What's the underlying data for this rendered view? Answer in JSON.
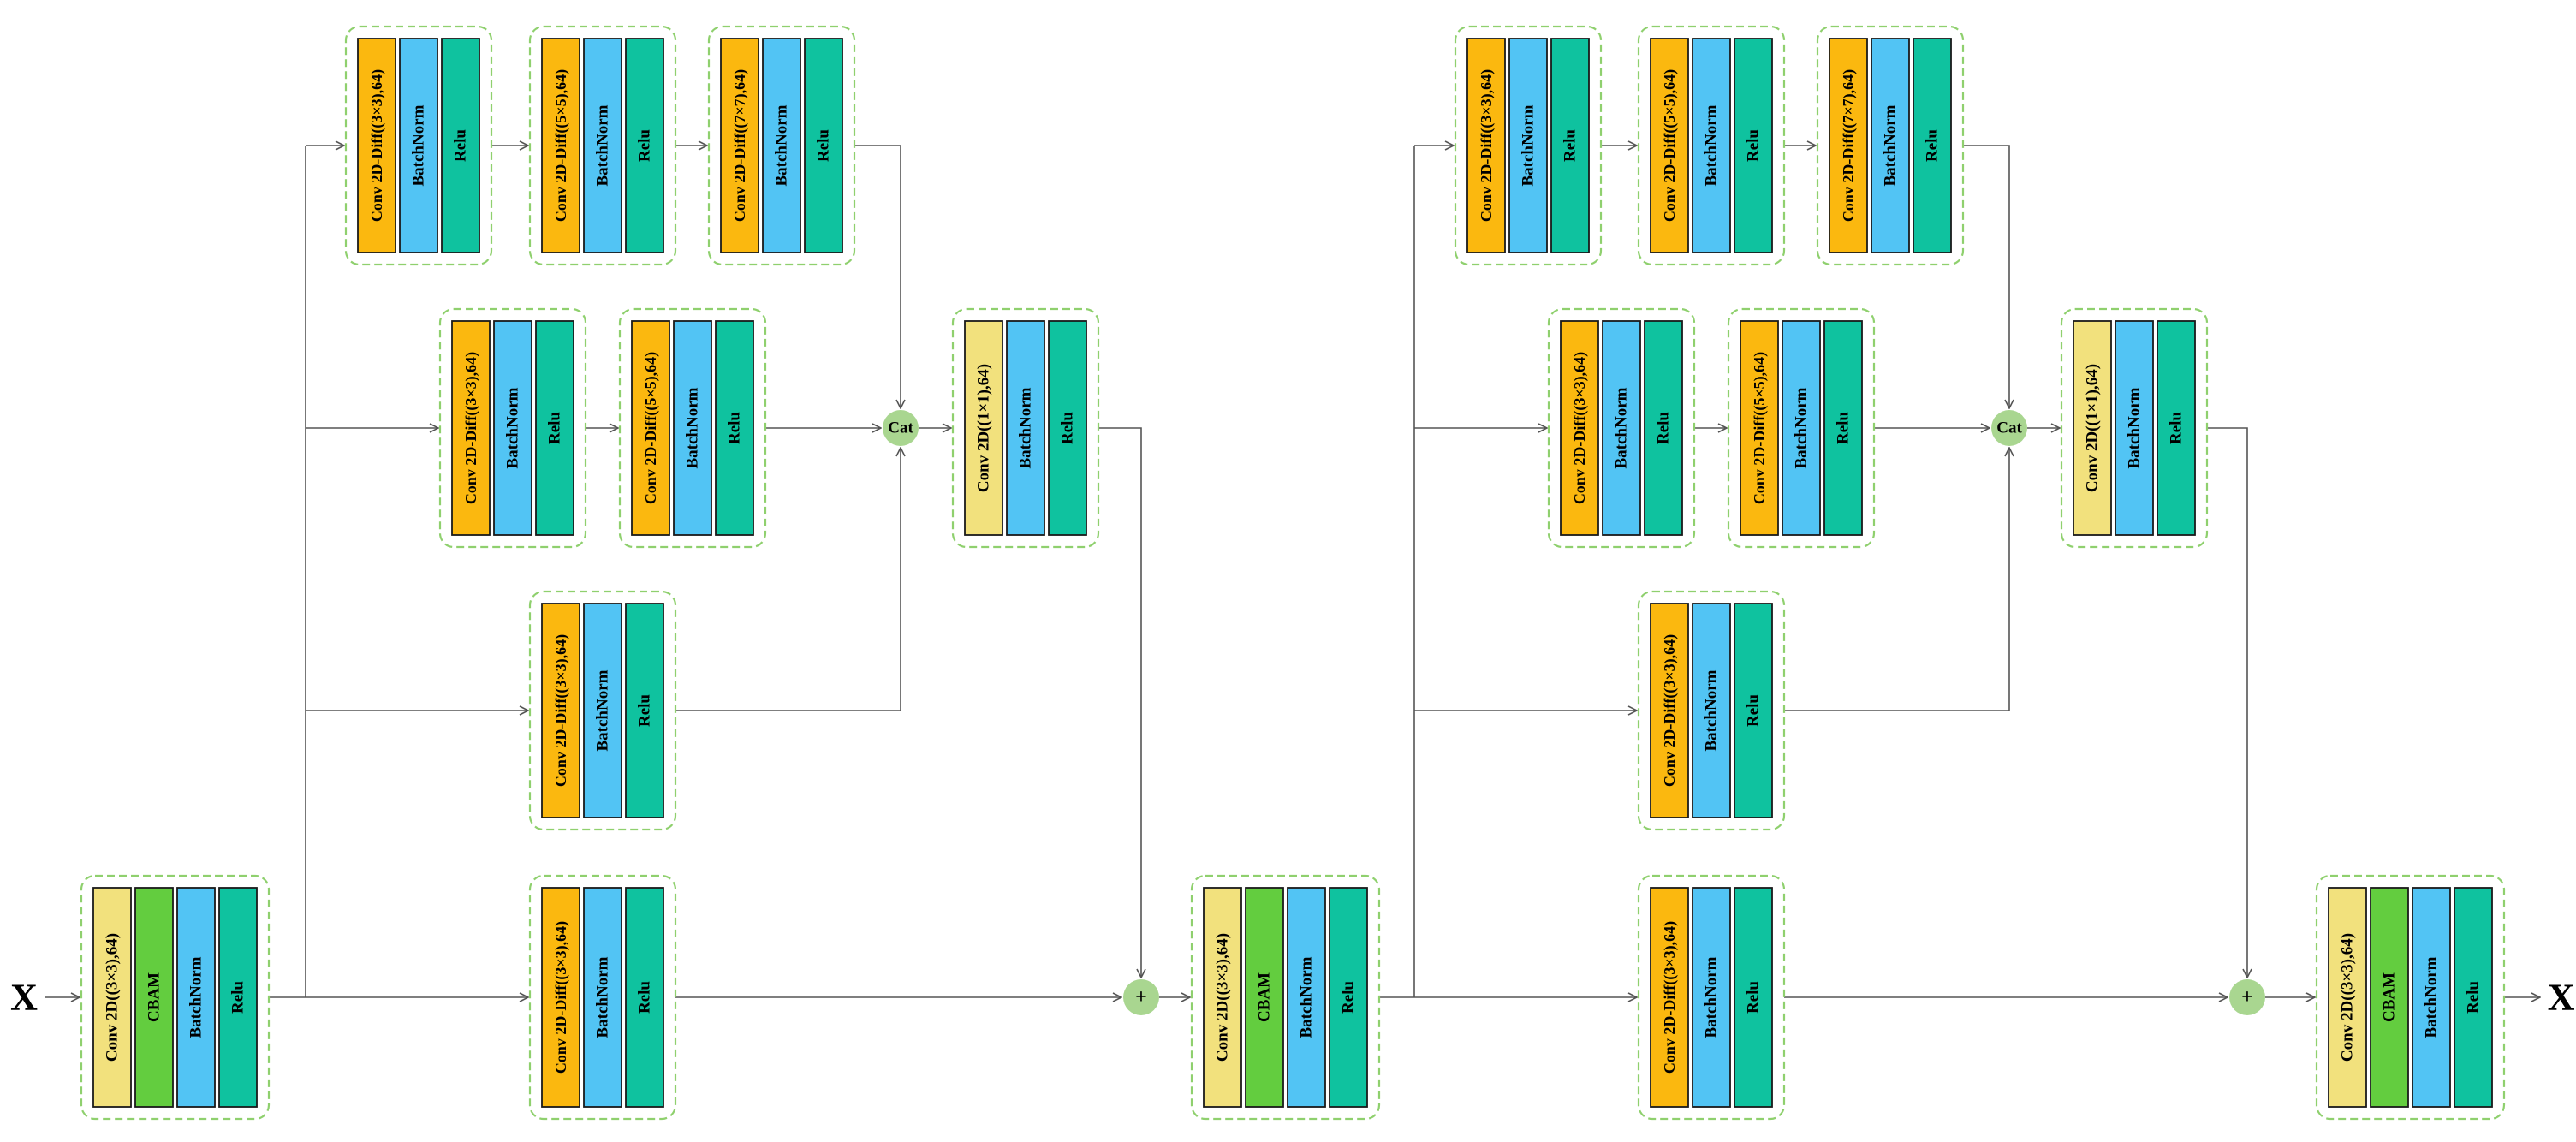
{
  "labels": {
    "input": "X",
    "output": "X’",
    "cat": "Cat",
    "add": "+",
    "conv_diff_3": "Conv 2D-Diff((3×3),64)",
    "conv_diff_5": "Conv 2D-Diff((5×5),64)",
    "conv_diff_7": "Conv 2D-Diff((7×7),64)",
    "conv_3": "Conv 2D((3×3),64)",
    "conv_1": "Conv 2D((1×1),64)",
    "cbam": "CBAM",
    "batchnorm": "BatchNorm",
    "relu": "Relu"
  },
  "colors": {
    "conv_diff": "#fbb80f",
    "conv_plain": "#f2e17d",
    "cbam": "#63cd3f",
    "batchnorm": "#52c4f4",
    "relu": "#0fc29f",
    "group_border": "#8fd06e",
    "node_fill": "#a9d690",
    "line": "#555555"
  },
  "blocks": [
    {
      "name": "block-1",
      "stem": [
        "conv_3",
        "cbam",
        "batchnorm",
        "relu"
      ],
      "branches": [
        [
          [
            "conv_diff_3",
            "batchnorm",
            "relu"
          ],
          [
            "conv_diff_5",
            "batchnorm",
            "relu"
          ],
          [
            "conv_diff_7",
            "batchnorm",
            "relu"
          ]
        ],
        [
          [
            "conv_diff_3",
            "batchnorm",
            "relu"
          ],
          [
            "conv_diff_5",
            "batchnorm",
            "relu"
          ]
        ],
        [
          [
            "conv_diff_3",
            "batchnorm",
            "relu"
          ]
        ]
      ],
      "fuse": [
        "conv_1",
        "batchnorm",
        "relu"
      ],
      "shortcut": [
        "conv_diff_3",
        "batchnorm",
        "relu"
      ]
    },
    {
      "name": "block-2",
      "stem": [
        "conv_3",
        "cbam",
        "batchnorm",
        "relu"
      ],
      "branches": [
        [
          [
            "conv_diff_3",
            "batchnorm",
            "relu"
          ],
          [
            "conv_diff_5",
            "batchnorm",
            "relu"
          ],
          [
            "conv_diff_7",
            "batchnorm",
            "relu"
          ]
        ],
        [
          [
            "conv_diff_3",
            "batchnorm",
            "relu"
          ],
          [
            "conv_diff_5",
            "batchnorm",
            "relu"
          ]
        ],
        [
          [
            "conv_diff_3",
            "batchnorm",
            "relu"
          ]
        ]
      ],
      "fuse": [
        "conv_1",
        "batchnorm",
        "relu"
      ],
      "shortcut": [
        "conv_diff_3",
        "batchnorm",
        "relu"
      ]
    }
  ],
  "final_stem": [
    "conv_3",
    "cbam",
    "batchnorm",
    "relu"
  ]
}
